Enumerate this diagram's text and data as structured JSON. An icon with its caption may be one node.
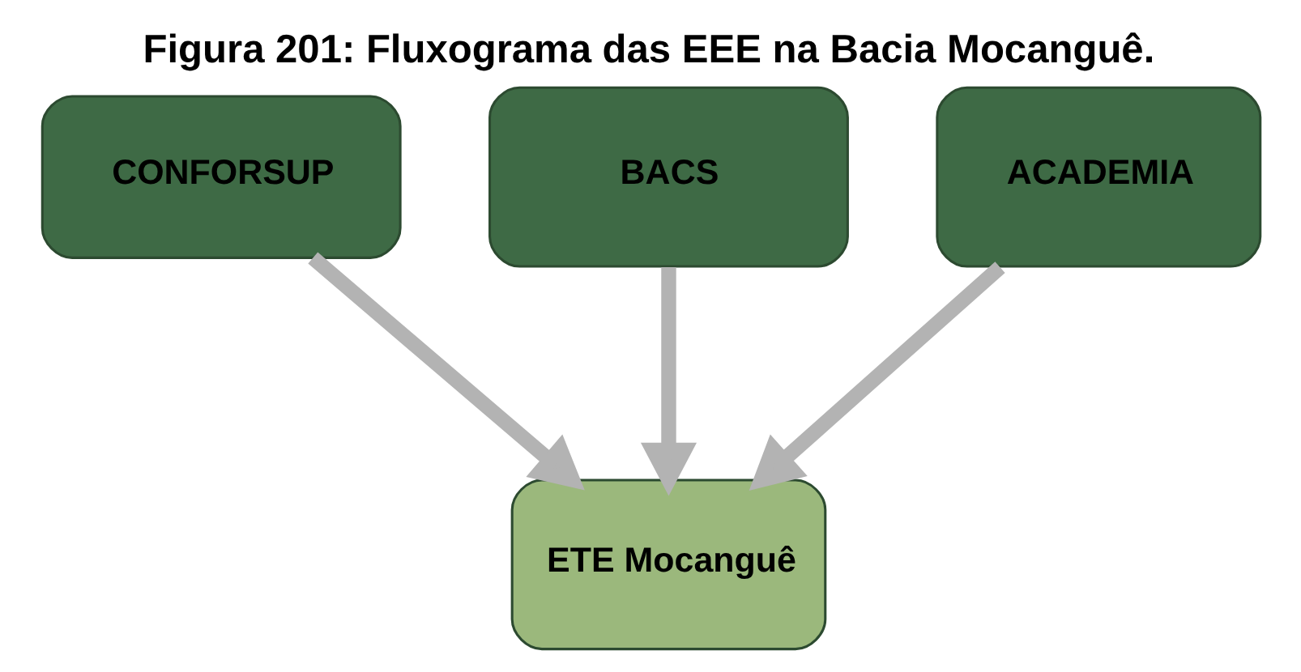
{
  "diagram": {
    "title": "Figura 201: Fluxograma das EEE na Bacia Mocanguê.",
    "nodes": [
      {
        "text": [
          "CONFORSUP"
        ]
      },
      {
        "text": [
          "BACS"
        ]
      },
      {
        "text": [
          "ACADEMIA"
        ]
      },
      {
        "text": [
          "ETE Mocanguê"
        ]
      }
    ],
    "edges": [
      {
        "from": 0,
        "to": 3,
        "arrow": "to"
      },
      {
        "from": 1,
        "to": 3,
        "arrow": "to"
      },
      {
        "from": 2,
        "to": 3,
        "arrow": "to"
      }
    ]
  }
}
